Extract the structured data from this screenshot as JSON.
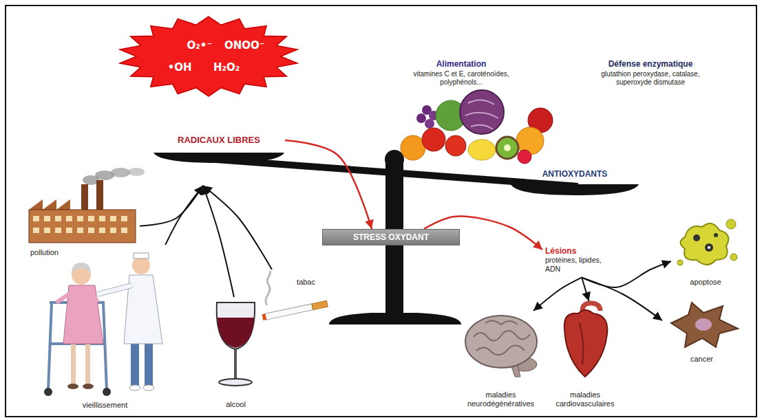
{
  "diagram": {
    "nodes": [
      {
        "text": [
          "O₂•⁻",
          "ONOO⁻",
          "•OH",
          "H₂O₂"
        ]
      },
      {
        "text": [
          "RADICAUX LIBRES"
        ]
      },
      {
        "text": [
          "pollution"
        ]
      },
      {
        "text": [
          "vieillissement"
        ]
      },
      {
        "text": [
          "alcool"
        ]
      },
      {
        "text": [
          "tabac"
        ]
      },
      {
        "text": [
          "STRESS OXYDANT"
        ]
      },
      {
        "text": [
          "Lésions",
          "protéines, lipides, ADN"
        ]
      },
      {
        "text": [
          "apoptose"
        ]
      },
      {
        "text": [
          "cancer"
        ]
      },
      {
        "text": [
          "maladies neurodégénératives"
        ]
      },
      {
        "text": [
          "maladies cardiovasculaires"
        ]
      }
    ],
    "edges": [
      {
        "from": 2,
        "to": 1,
        "arrow": "to"
      },
      {
        "from": 3,
        "to": 1,
        "arrow": "to"
      },
      {
        "from": 4,
        "to": 1,
        "arrow": "to"
      },
      {
        "from": 5,
        "to": 1,
        "arrow": "to"
      },
      {
        "from": 1,
        "to": 6,
        "arrow": "to"
      },
      {
        "from": 6,
        "to": 7,
        "arrow": "to"
      },
      {
        "from": 7,
        "to": 8,
        "arrow": "to"
      },
      {
        "from": 7,
        "to": 9,
        "arrow": "to"
      },
      {
        "from": 7,
        "to": 10,
        "arrow": "to"
      },
      {
        "from": 7,
        "to": 11,
        "arrow": "to"
      }
    ],
    "labels": [
      "Alimentation",
      "vitamines C et E, caroténoïdes, polyphénols...",
      "Défense enzymatique",
      "glutathion peroxydase, catalase, superoxyde dismutase",
      "ANTIOXYDANTS"
    ]
  }
}
